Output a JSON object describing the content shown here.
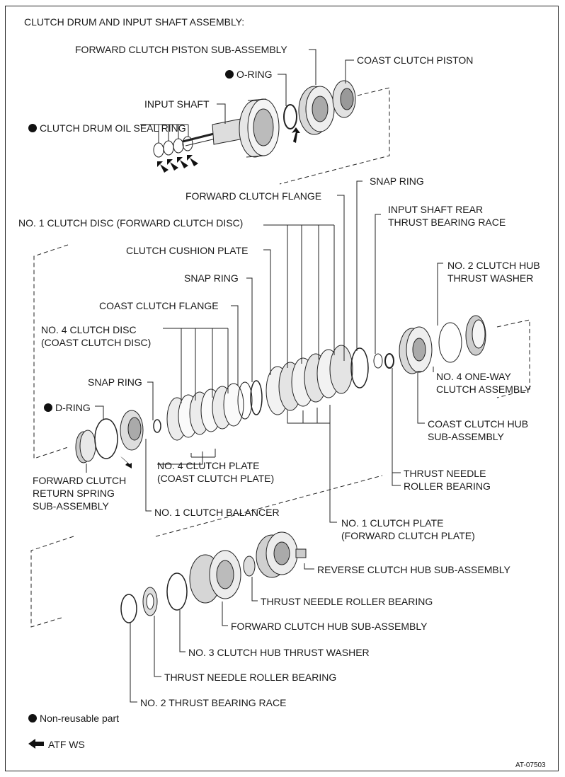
{
  "title": "CLUTCH DRUM AND INPUT SHAFT ASSEMBLY:",
  "labels": {
    "forward_clutch_piston": "FORWARD CLUTCH PISTON SUB-ASSEMBLY",
    "coast_clutch_piston": "COAST CLUTCH PISTON",
    "o_ring": "O-RING",
    "input_shaft": "INPUT SHAFT",
    "clutch_drum_oil_seal_ring": "CLUTCH DRUM OIL\nSEAL RING",
    "snap_ring_top": "SNAP RING",
    "forward_clutch_flange": "FORWARD CLUTCH FLANGE",
    "input_shaft_rear_race": "INPUT SHAFT REAR\nTHRUST BEARING RACE",
    "no1_clutch_disc": "NO. 1 CLUTCH DISC (FORWARD CLUTCH DISC)",
    "clutch_cushion_plate": "CLUTCH CUSHION PLATE",
    "no2_clutch_hub_thrust_washer": "NO. 2 CLUTCH HUB\nTHRUST WASHER",
    "snap_ring_mid": "SNAP RING",
    "coast_clutch_flange": "COAST CLUTCH FLANGE",
    "no4_clutch_disc": "NO. 4 CLUTCH DISC\n(COAST CLUTCH DISC)",
    "no4_one_way_clutch": "NO. 4 ONE-WAY\nCLUTCH ASSEMBLY",
    "snap_ring_low": "SNAP RING",
    "d_ring": "D-RING",
    "coast_clutch_hub": "COAST CLUTCH HUB\nSUB-ASSEMBLY",
    "no4_clutch_plate": "NO. 4 CLUTCH PLATE\n(COAST CLUTCH PLATE)",
    "forward_clutch_return_spring": "FORWARD CLUTCH\nRETURN SPRING\nSUB-ASSEMBLY",
    "thrust_needle_roller_bearing_mid": "THRUST NEEDLE\nROLLER BEARING",
    "no1_clutch_balancer": "NO. 1 CLUTCH BALANCER",
    "no1_clutch_plate": "NO. 1 CLUTCH PLATE\n(FORWARD CLUTCH PLATE)",
    "reverse_clutch_hub": "REVERSE CLUTCH HUB SUB-ASSEMBLY",
    "thrust_needle_roller_bearing_b1": "THRUST NEEDLE ROLLER BEARING",
    "forward_clutch_hub": "FORWARD CLUTCH HUB SUB-ASSEMBLY",
    "no3_clutch_hub_thrust_washer": "NO. 3 CLUTCH HUB THRUST WASHER",
    "thrust_needle_roller_bearing_b2": "THRUST NEEDLE ROLLER BEARING",
    "no2_thrust_bearing_race": "NO. 2 THRUST BEARING RACE"
  },
  "legend": {
    "non_reusable": "Non-reusable part",
    "atf": "ATF WS"
  },
  "figure_code": "AT-07503"
}
